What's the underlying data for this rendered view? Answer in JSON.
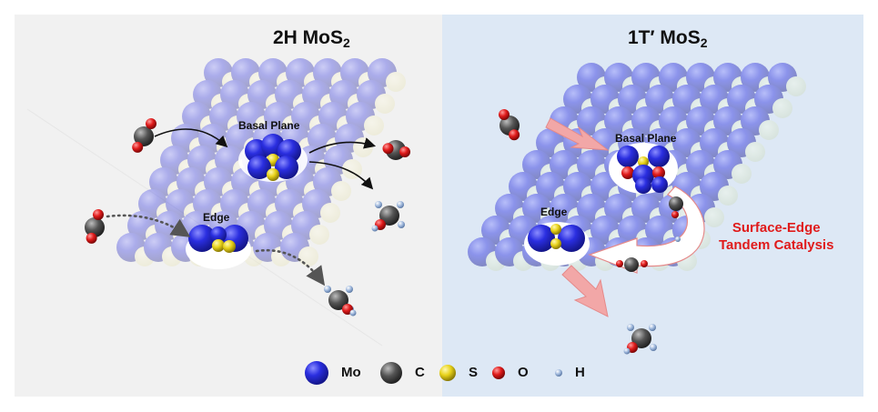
{
  "panels": {
    "left": {
      "title_main": "2H MoS",
      "title_sub": "2"
    },
    "right": {
      "title_main": "1T′ MoS",
      "title_sub": "2"
    }
  },
  "sites": {
    "basal_left": "Basal Plane",
    "edge_left": "Edge",
    "basal_right": "Basal Plane",
    "edge_right": "Edge"
  },
  "annotation": {
    "line1": "Surface-Edge",
    "line2": "Tandem Catalysis"
  },
  "legend": [
    {
      "label": "Mo",
      "color": "#2a2ee0",
      "icon": "mo-atom-icon"
    },
    {
      "label": "C",
      "color": "#555555",
      "icon": "c-atom-icon"
    },
    {
      "label": "S",
      "color": "#e8d21a",
      "icon": "s-atom-icon"
    },
    {
      "label": "O",
      "color": "#e01b1b",
      "icon": "o-atom-icon"
    },
    {
      "label": "H",
      "color": "#9fb8dc",
      "icon": "h-atom-icon"
    }
  ],
  "colors": {
    "left_bg": "#f1f1f1",
    "right_bg": "#dde8f5",
    "accent_red": "#e01b1b",
    "arrow_pink": "#f2a7a7"
  }
}
